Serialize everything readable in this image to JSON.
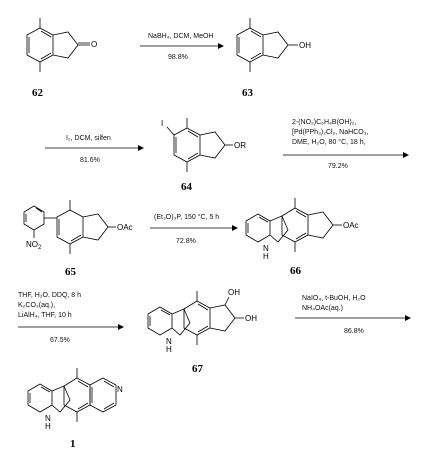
{
  "compounds": {
    "c62": "62",
    "c63": "63",
    "c64": "64",
    "c65": "65",
    "c66": "66",
    "c67": "67",
    "c1": "1"
  },
  "atoms": {
    "O": "O",
    "OH": "OH",
    "I": "I",
    "OR": "OR",
    "NO2": "NO",
    "NO2_sub": "2",
    "OAc": "OAc",
    "H": "H",
    "N": "N"
  },
  "steps": [
    {
      "lines": [
        "NaBH₄, DCM, MeOH"
      ],
      "yield": "98.8%"
    },
    {
      "lines": [
        "I₂, DCM, silfen"
      ],
      "yield": "81.6%"
    },
    {
      "lines": [
        "2-(NO₂)C₆H₄B(OH)₂,",
        "[Pd(PPh₃)₂Cl₂, NaHCO₃,",
        "DME, H₂O, 80 °C, 18 h,"
      ],
      "yield": "79.2%"
    },
    {
      "lines": [
        "(Et₃O)₃P, 150 °C, 5 h"
      ],
      "yield": "72.8%"
    },
    {
      "lines": [
        "THF, H₂O, DDQ, 8 h",
        "K₂CO₃(aq.),",
        "LiAlH₄, THF, 10 h"
      ],
      "yield": "67.5%"
    },
    {
      "lines": [
        "NaIO₄, t-BuOH, H₂O",
        "NH₄OAc(aq.)"
      ],
      "yield": "86.8%"
    }
  ]
}
